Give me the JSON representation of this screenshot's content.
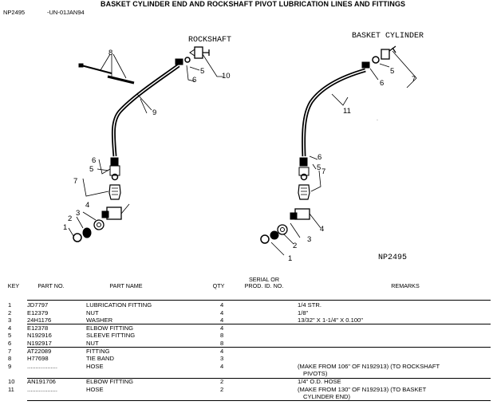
{
  "doc": {
    "id": "NP2495",
    "date_code": "-UN-01JAN94",
    "title": "BASKET CYLINDER END AND ROCKSHAFT PIVOT LUBRICATION LINES AND FITTINGS"
  },
  "illustration": {
    "left_caption": "ROCKSHAFT",
    "right_caption": "BASKET CYLINDER",
    "figure_id": "NP2495",
    "left_callouts": [
      "8",
      "5",
      "6",
      "10",
      "9",
      "6",
      "5",
      "7",
      "4",
      "3",
      "2",
      "1"
    ],
    "right_callouts": [
      "5",
      "6",
      "7",
      "11",
      "6",
      "5",
      "7",
      "4",
      "3",
      "2",
      "1"
    ]
  },
  "table": {
    "headers": {
      "key": "KEY",
      "part_no": "PART NO.",
      "part_name": "PART NAME",
      "qty": "QTY",
      "serial_line1": "SERIAL OR",
      "serial_line2": "PROD. ID. NO.",
      "remarks": "REMARKS"
    },
    "rows": [
      {
        "key": "1",
        "part_no": "JD7797",
        "part_name": "LUBRICATION FITTING",
        "qty": "4",
        "remarks": "1/4 STR.",
        "remarks2": ""
      },
      {
        "key": "2",
        "part_no": "E12379",
        "part_name": "NUT",
        "qty": "4",
        "remarks": "1/8\"",
        "remarks2": ""
      },
      {
        "key": "3",
        "part_no": "24H1176",
        "part_name": "WASHER",
        "qty": "4",
        "remarks": "13/32\" X 1-1/4\" X 0.100\"",
        "remarks2": ""
      },
      {
        "key": "4",
        "part_no": "E12378",
        "part_name": "ELBOW FITTING",
        "qty": "4",
        "remarks": "",
        "remarks2": ""
      },
      {
        "key": "5",
        "part_no": "N192916",
        "part_name": "SLEEVE FITTING",
        "qty": "8",
        "remarks": "",
        "remarks2": ""
      },
      {
        "key": "6",
        "part_no": "N192917",
        "part_name": "NUT",
        "qty": "8",
        "remarks": "",
        "remarks2": ""
      },
      {
        "key": "7",
        "part_no": "AT22089",
        "part_name": "FITTING",
        "qty": "4",
        "remarks": "",
        "remarks2": ""
      },
      {
        "key": "8",
        "part_no": "H77698",
        "part_name": "TIE BAND",
        "qty": "3",
        "remarks": "",
        "remarks2": ""
      },
      {
        "key": "9",
        "part_no": "..................",
        "part_name": "HOSE",
        "qty": "4",
        "remarks": "(MAKE FROM 106\" OF N192913) (TO ROCKSHAFT",
        "remarks2": "PIVOTS)"
      },
      {
        "key": "10",
        "part_no": "AN191706",
        "part_name": "ELBOW FITTING",
        "qty": "2",
        "remarks": "1/4\" O.D. HOSE",
        "remarks2": ""
      },
      {
        "key": "11",
        "part_no": "..................",
        "part_name": "HOSE",
        "qty": "2",
        "remarks": "(MAKE FROM 130\" OF N192913) (TO BASKET",
        "remarks2": "CYLINDER END)"
      }
    ]
  }
}
